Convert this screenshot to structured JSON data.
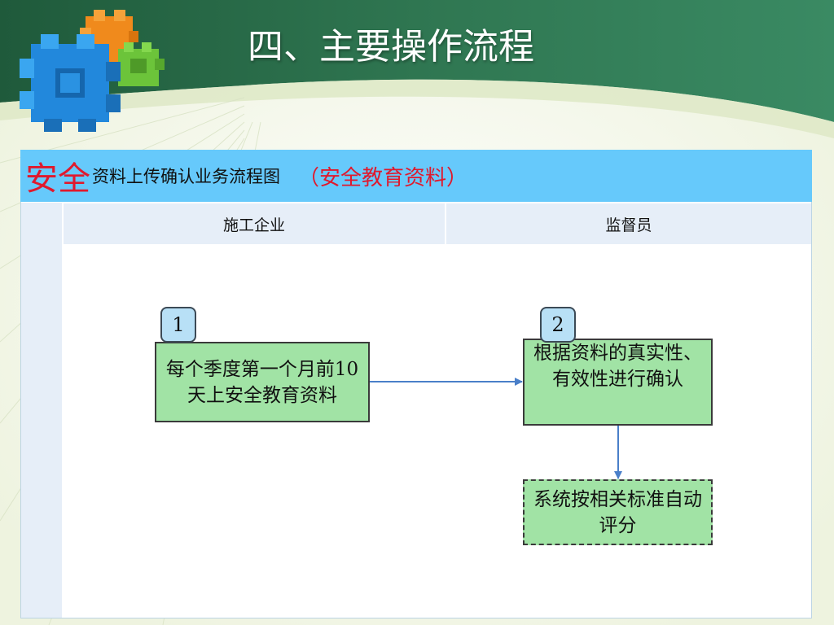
{
  "slide": {
    "title": "四、主要操作流程"
  },
  "chart": {
    "header_big": "安全",
    "header_small": "资料上传确认业务流程图",
    "header_paren": "（安全教育资料）",
    "lanes": [
      "施工企业",
      "监督员"
    ]
  },
  "steps": [
    {
      "number": "1",
      "text": "每个季度第一个月前10天上安全教育资料"
    },
    {
      "number": "2",
      "text": "根据资料的真实性、有效性进行确认"
    }
  ],
  "result": {
    "text": "系统按相关标准自动评分"
  },
  "colors": {
    "header_bg": "#66c9fb",
    "header_accent": "#e0192d",
    "lane_bg": "#e6eef8",
    "process_fill": "#a1e3a5",
    "badge_fill": "#b8e0f6",
    "connector": "#4a7fc9",
    "banner_green": "#2c6e4a"
  },
  "logo": {
    "icon": "puzzle-cubes-icon"
  }
}
